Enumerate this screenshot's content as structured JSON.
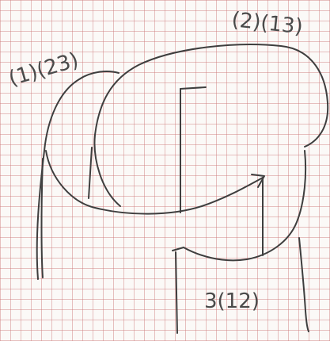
{
  "labels": {
    "left": "(1)(23)",
    "top_right": "(2)(13)",
    "bottom": "3(12)"
  },
  "colors": {
    "ink": "#3e3e3e",
    "grid": "#cd7878",
    "paper": "#fbf9f7"
  }
}
